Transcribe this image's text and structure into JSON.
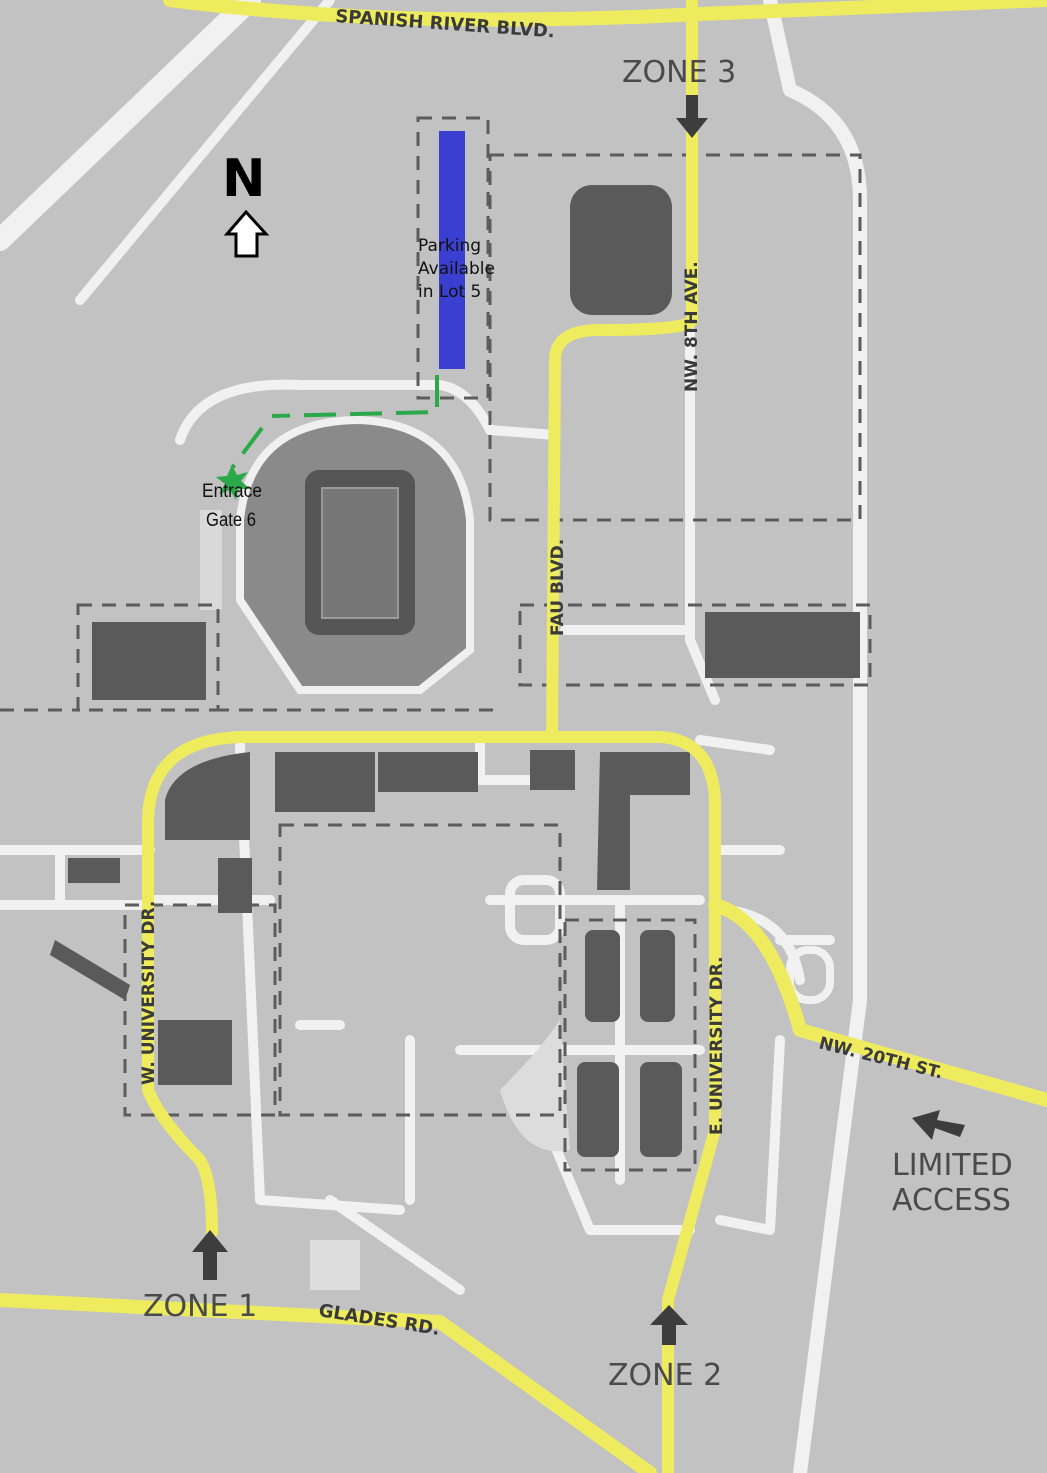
{
  "map": {
    "roads": {
      "spanish_river": "SPANISH RIVER BLVD.",
      "nw_8th": "NW. 8TH AVE.",
      "fau_blvd": "FAU BLVD.",
      "w_university": "W. UNIVERSITY DR.",
      "e_university": "E. UNIVERSITY DR.",
      "nw_20th": "NW. 20TH ST.",
      "glades": "GLADES RD."
    },
    "zones": {
      "zone1": "ZONE 1",
      "zone2": "ZONE 2",
      "zone3": "ZONE 3"
    },
    "limited_access": [
      "LIMITED",
      "ACCESS"
    ],
    "north_label": "N",
    "parking_note": [
      "Parking",
      "Available",
      "in Lot 5"
    ],
    "entrance_note": [
      "Entrace",
      "Gate 6"
    ],
    "colors": {
      "background": "#c2c2c2",
      "route_highlight": "#eeec5e",
      "parking_lot_5": "#3b3fcf",
      "walking_path": "#2aa84a"
    }
  }
}
